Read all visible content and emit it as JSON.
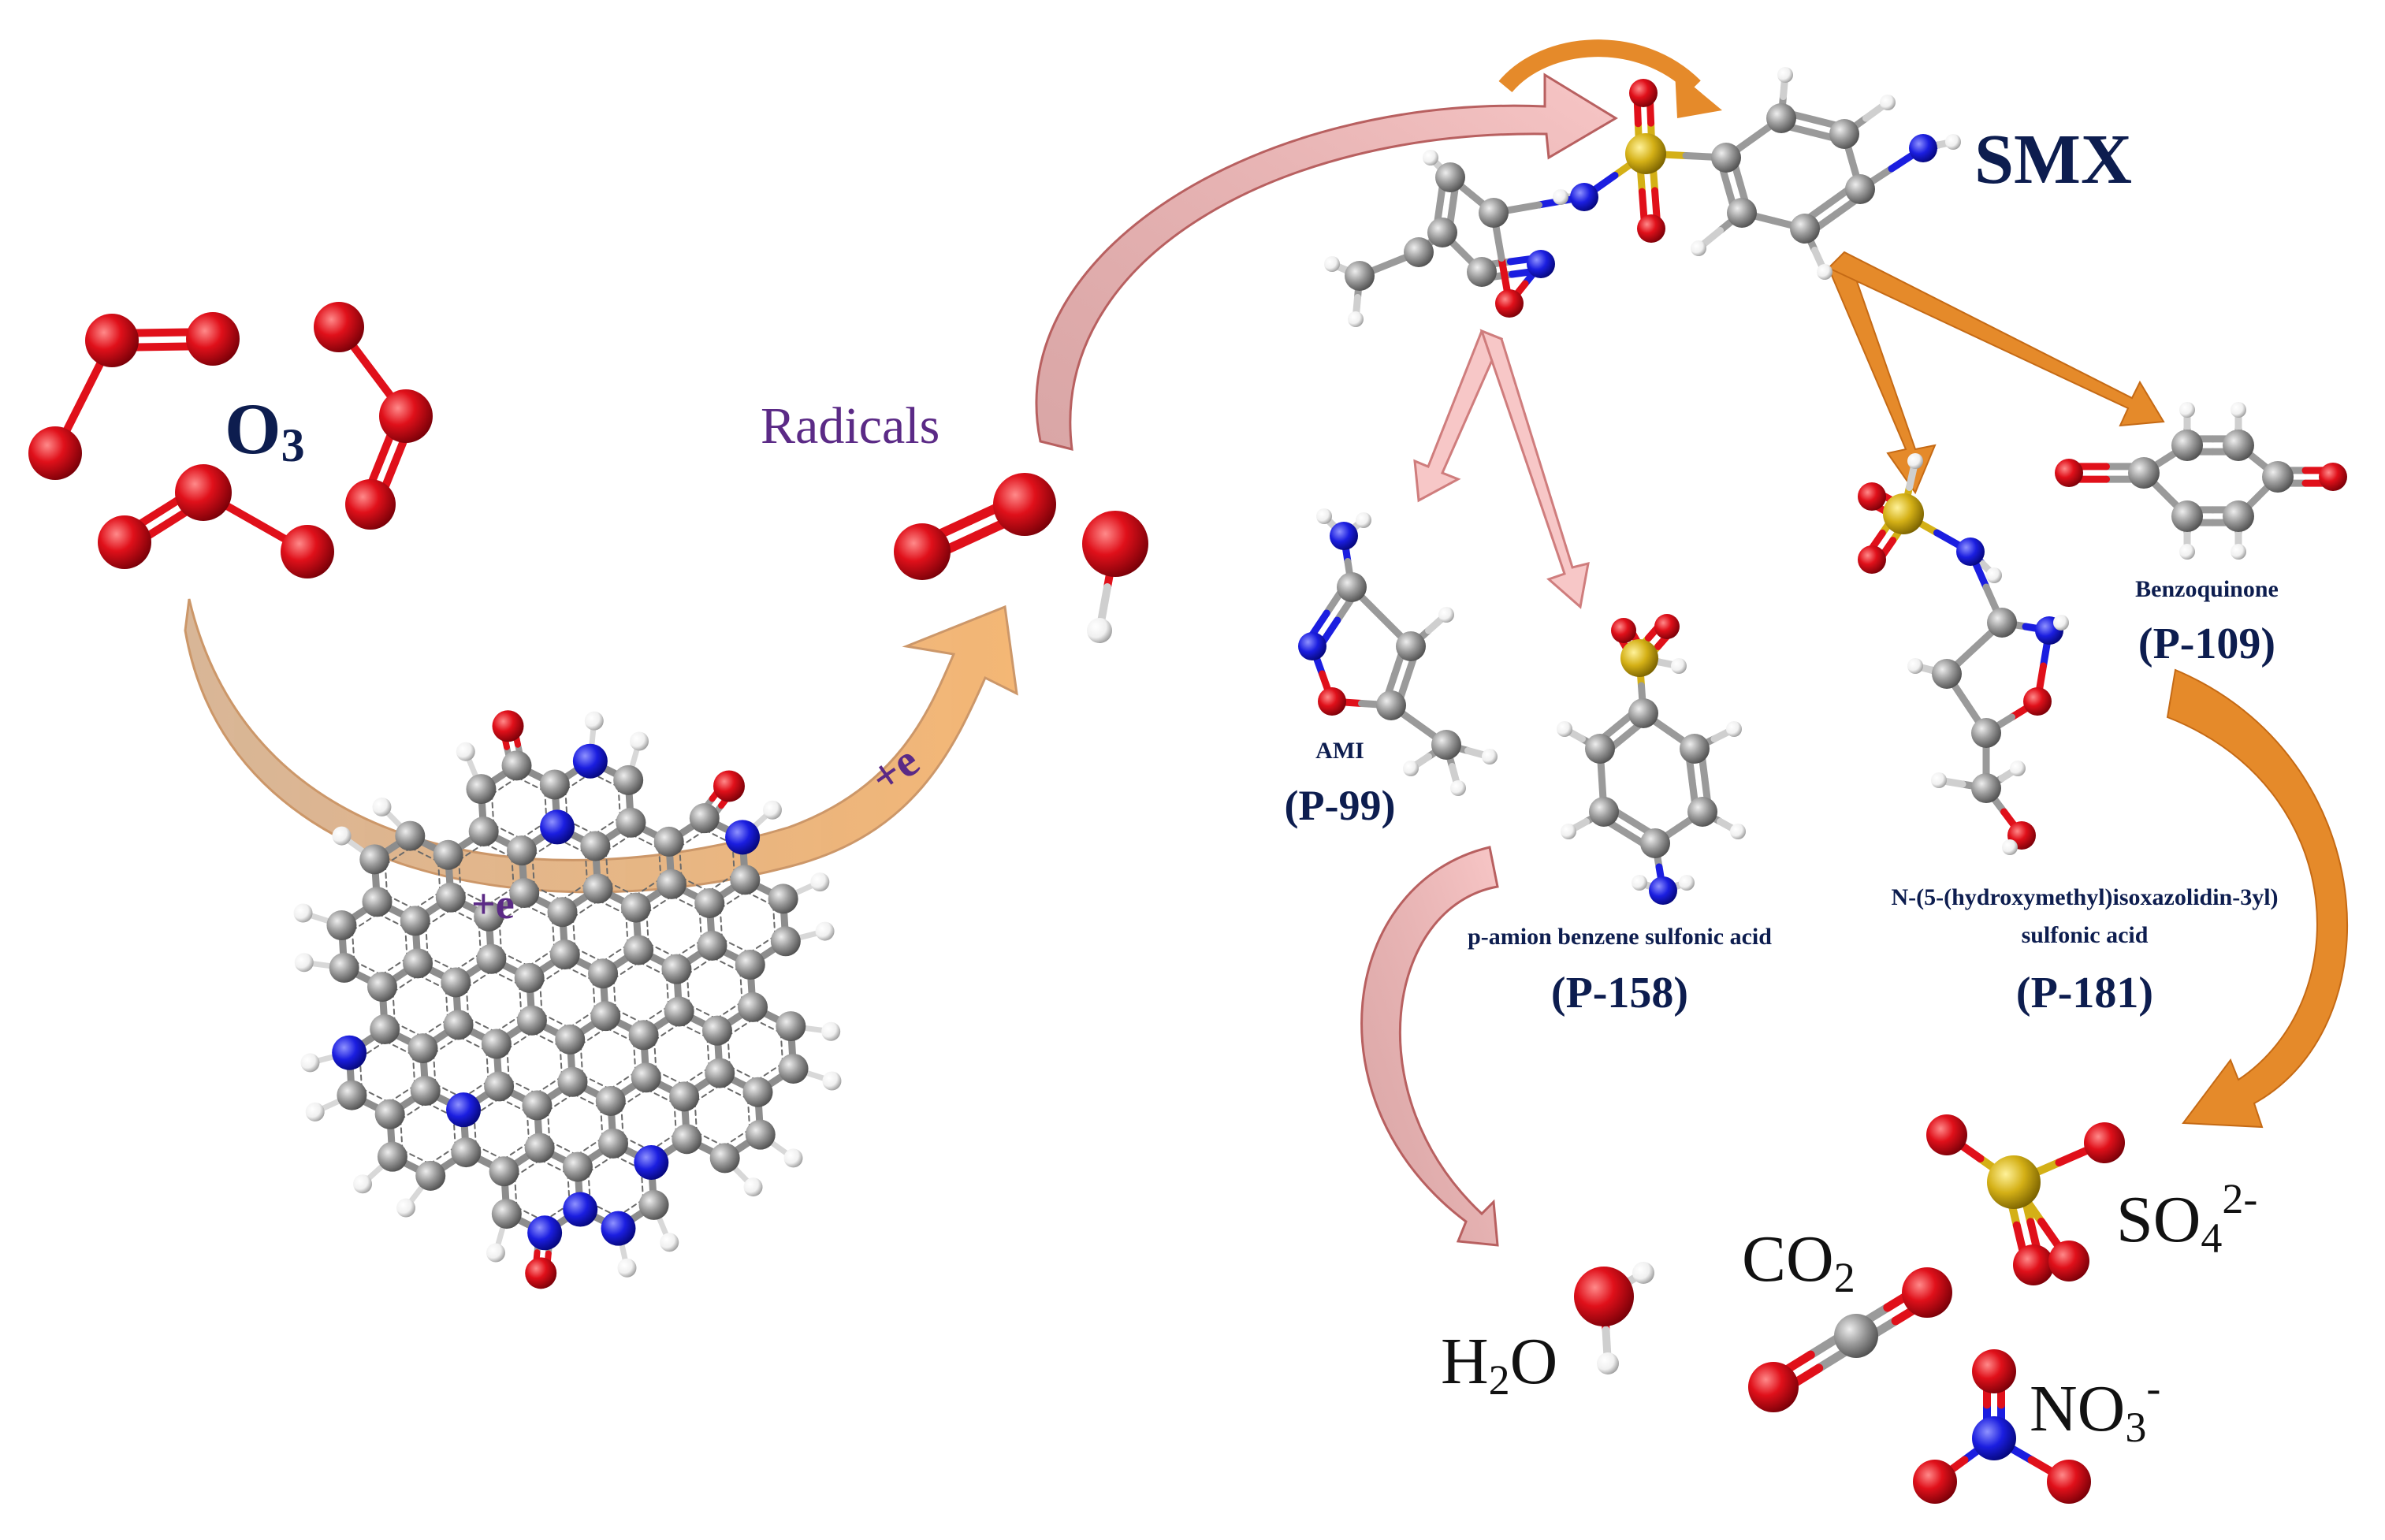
{
  "colors": {
    "oxygen": "#e0101a",
    "carbon": "#9a9a9a",
    "nitrogen": "#1b1ee0",
    "hydrogen": "#f2f2f2",
    "sulfur": "#d4b016",
    "orange_arrow": "#e58a2a",
    "pink_arrow": "#f2a9aa",
    "label_dark": "#0d1d4f",
    "label_purple": "#5b2a86"
  },
  "labels": {
    "o3_main": "O",
    "o3_sub": "3",
    "radicals": "Radicals",
    "electron_1": "+e",
    "electron_2": "+e",
    "smx": "SMX",
    "ami_name": "AMI",
    "ami_code": "(P-99)",
    "p158_name": "p-amion benzene sulfonic acid",
    "p158_code": "(P-158)",
    "p181_name_line1": "N-(5-(hydroxymethyl)isoxazolidin-3yl)",
    "p181_name_line2": "sulfonic acid",
    "p181_code": "(P-181)",
    "p109_name": "Benzoquinone",
    "p109_code": "(P-109)",
    "h2o_h": "H",
    "h2o_sub": "2",
    "h2o_o": "O",
    "co2_main": "CO",
    "co2_sub": "2",
    "so4_main": "SO",
    "so4_sub": "4",
    "so4_sup": "2-",
    "no3_main": "NO",
    "no3_sub": "3",
    "no3_sup": "-"
  }
}
